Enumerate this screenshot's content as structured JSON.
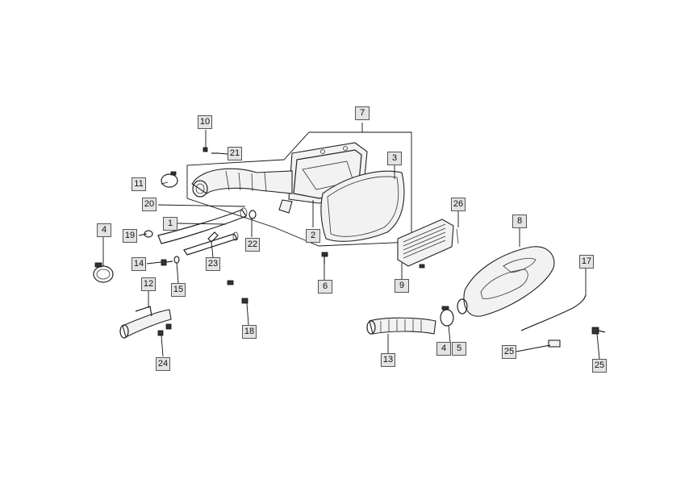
{
  "diagram": {
    "callouts": [
      {
        "id": "c1",
        "text": "1"
      },
      {
        "id": "c2",
        "text": "2"
      },
      {
        "id": "c3",
        "text": "3"
      },
      {
        "id": "c4a",
        "text": "4"
      },
      {
        "id": "c4b",
        "text": "4"
      },
      {
        "id": "c5",
        "text": "5"
      },
      {
        "id": "c6",
        "text": "6"
      },
      {
        "id": "c7",
        "text": "7"
      },
      {
        "id": "c8",
        "text": "8"
      },
      {
        "id": "c9",
        "text": "9"
      },
      {
        "id": "c10",
        "text": "10"
      },
      {
        "id": "c11",
        "text": "11"
      },
      {
        "id": "c12",
        "text": "12"
      },
      {
        "id": "c13",
        "text": "13"
      },
      {
        "id": "c14",
        "text": "14"
      },
      {
        "id": "c15",
        "text": "15"
      },
      {
        "id": "c17",
        "text": "17"
      },
      {
        "id": "c18",
        "text": "18"
      },
      {
        "id": "c19",
        "text": "19"
      },
      {
        "id": "c20",
        "text": "20"
      },
      {
        "id": "c21",
        "text": "21"
      },
      {
        "id": "c22",
        "text": "22"
      },
      {
        "id": "c23",
        "text": "23"
      },
      {
        "id": "c24",
        "text": "24"
      },
      {
        "id": "c25a",
        "text": "25"
      },
      {
        "id": "c25b",
        "text": "25"
      },
      {
        "id": "c26",
        "text": "26"
      }
    ]
  }
}
